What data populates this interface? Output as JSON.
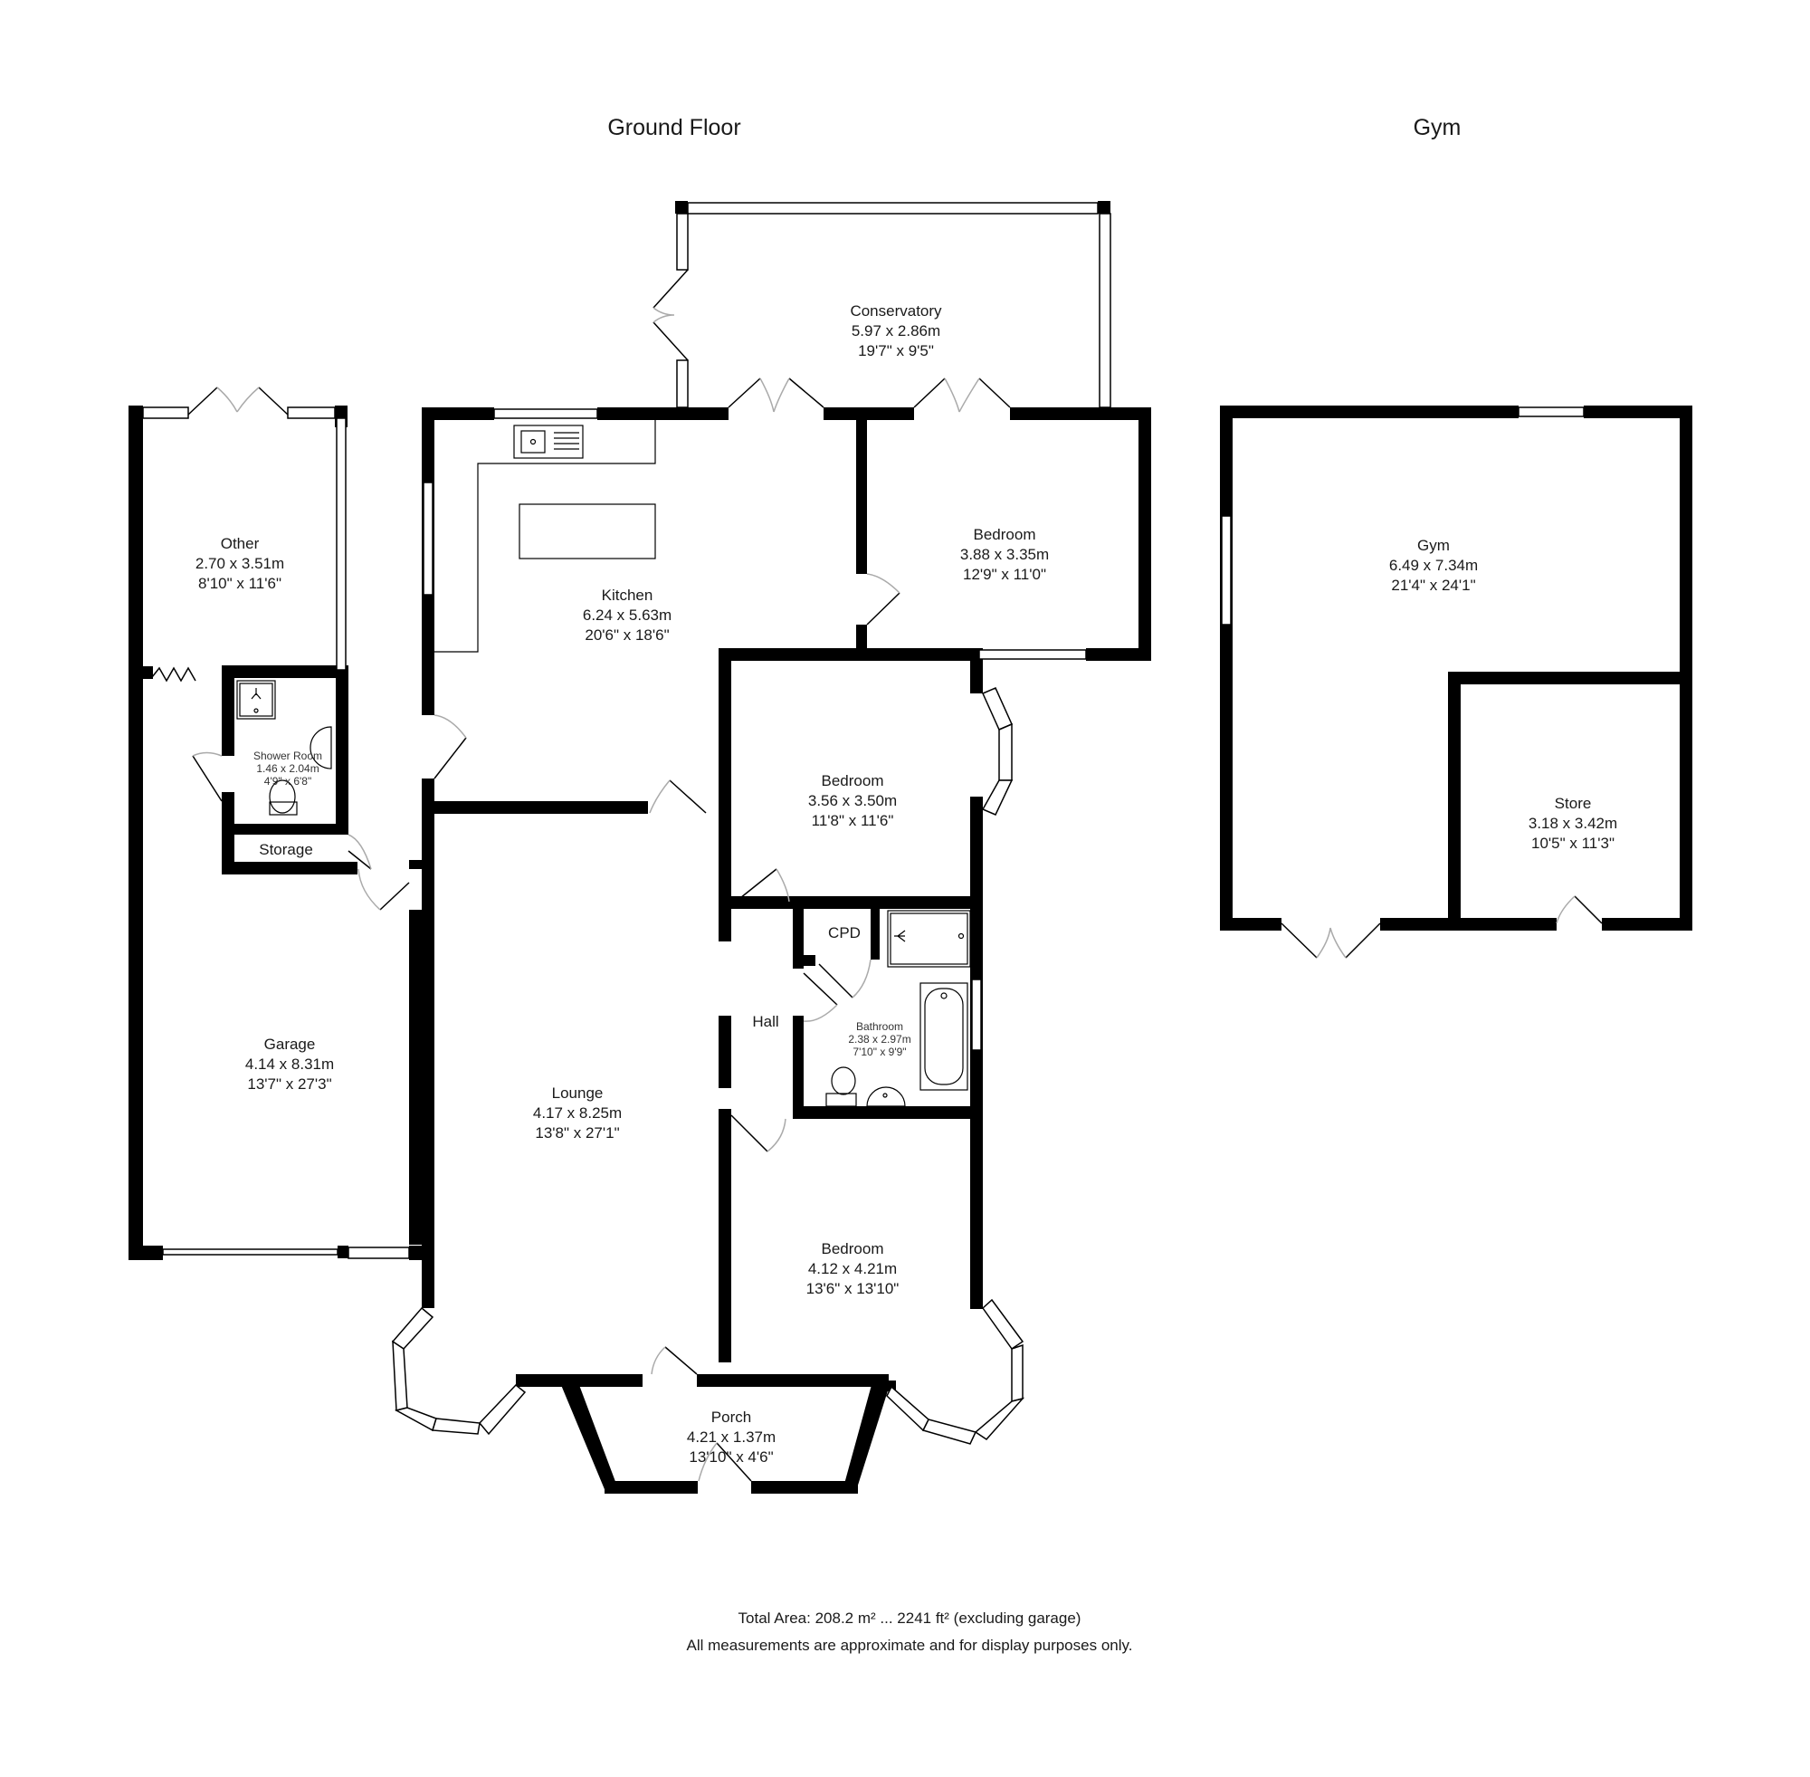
{
  "floors": {
    "ground": {
      "title": "Ground Floor"
    },
    "gym": {
      "title": "Gym"
    }
  },
  "rooms": {
    "conservatory": {
      "name": "Conservatory",
      "metric": "5.97 x 2.86m",
      "imperial": "19'7\" x 9'5\""
    },
    "other": {
      "name": "Other",
      "metric": "2.70 x 3.51m",
      "imperial": "8'10\" x 11'6\""
    },
    "kitchen": {
      "name": "Kitchen",
      "metric": "6.24 x 5.63m",
      "imperial": "20'6\" x 18'6\""
    },
    "bedroom_rear": {
      "name": "Bedroom",
      "metric": "3.88 x 3.35m",
      "imperial": "12'9\" x 11'0\""
    },
    "shower_room": {
      "name": "Shower Room",
      "metric": "1.46 x 2.04m",
      "imperial": "4'9\" x 6'8\""
    },
    "storage": {
      "name": "Storage"
    },
    "bedroom_middle": {
      "name": "Bedroom",
      "metric": "3.56 x 3.50m",
      "imperial": "11'8\" x 11'6\""
    },
    "cpd": {
      "name": "CPD"
    },
    "hall": {
      "name": "Hall"
    },
    "bathroom": {
      "name": "Bathroom",
      "metric": "2.38 x 2.97m",
      "imperial": "7'10\" x 9'9\""
    },
    "garage": {
      "name": "Garage",
      "metric": "4.14 x 8.31m",
      "imperial": "13'7\" x 27'3\""
    },
    "lounge": {
      "name": "Lounge",
      "metric": "4.17 x 8.25m",
      "imperial": "13'8\" x 27'1\""
    },
    "bedroom_front": {
      "name": "Bedroom",
      "metric": "4.12 x 4.21m",
      "imperial": "13'6\" x 13'10\""
    },
    "porch": {
      "name": "Porch",
      "metric": "4.21 x 1.37m",
      "imperial": "13'10\" x 4'6\""
    },
    "gym": {
      "name": "Gym",
      "metric": "6.49 x 7.34m",
      "imperial": "21'4\" x 24'1\""
    },
    "store": {
      "name": "Store",
      "metric": "3.18 x 3.42m",
      "imperial": "10'5\" x 11'3\""
    }
  },
  "footer": {
    "total_area": "Total Area: 208.2 m² ... 2241 ft² (excluding garage)",
    "disclaimer": "All measurements are approximate and for display purposes only."
  },
  "colors": {
    "wall": "#000000",
    "background": "#ffffff",
    "text": "#1a1a1a",
    "door_arc": "#aaaaaa"
  }
}
